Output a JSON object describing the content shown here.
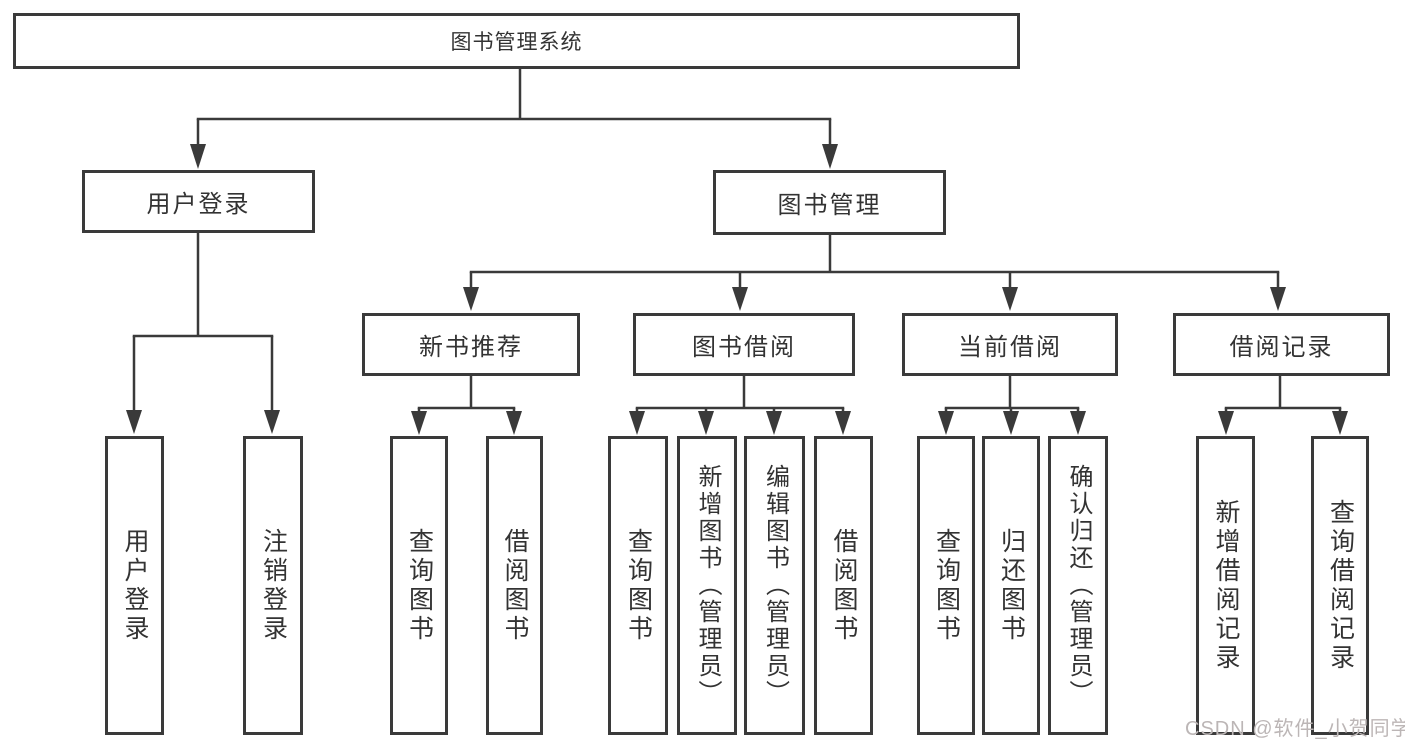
{
  "tree": {
    "root": {
      "label": "图书管理系统",
      "children": [
        {
          "label": "用户登录",
          "children": [
            {
              "label": "用户登录"
            },
            {
              "label": "注销登录"
            }
          ]
        },
        {
          "label": "图书管理",
          "children": [
            {
              "label": "新书推荐",
              "children": [
                {
                  "label": "查询图书"
                },
                {
                  "label": "借阅图书"
                }
              ]
            },
            {
              "label": "图书借阅",
              "children": [
                {
                  "label": "查询图书"
                },
                {
                  "label": "新增图书（管理员）"
                },
                {
                  "label": "编辑图书（管理员）"
                },
                {
                  "label": "借阅图书"
                }
              ]
            },
            {
              "label": "当前借阅",
              "children": [
                {
                  "label": "查询图书"
                },
                {
                  "label": "归还图书"
                },
                {
                  "label": "确认归还（管理员）"
                }
              ]
            },
            {
              "label": "借阅记录",
              "children": [
                {
                  "label": "新增借阅记录"
                },
                {
                  "label": "查询借阅记录"
                }
              ]
            }
          ]
        }
      ]
    }
  },
  "watermark": {
    "text": "CSDN @软件_小贺同学"
  },
  "colors": {
    "line": "#3a3a3a",
    "text": "#333333",
    "watermark": "#bcb6b6",
    "background": "#ffffff"
  }
}
